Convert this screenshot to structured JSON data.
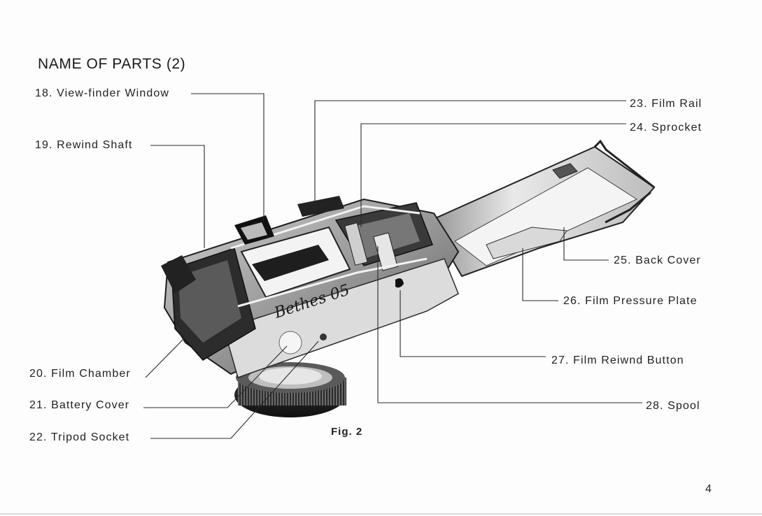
{
  "heading": "NAME OF PARTS (2)",
  "parts": [
    {
      "number": "18.",
      "name": "View-finder Window"
    },
    {
      "number": "19.",
      "name": "Rewind Shaft"
    },
    {
      "number": "20.",
      "name": "Film Chamber"
    },
    {
      "number": "21.",
      "name": "Battery Cover"
    },
    {
      "number": "22.",
      "name": "Tripod Socket"
    },
    {
      "number": "23.",
      "name": "Film Rail"
    },
    {
      "number": "24.",
      "name": "Sprocket"
    },
    {
      "number": "25.",
      "name": "Back Cover"
    },
    {
      "number": "26.",
      "name": "Film Pressure Plate"
    },
    {
      "number": "27.",
      "name": "Film Reiwnd Button"
    },
    {
      "number": "28.",
      "name": "Spool"
    }
  ],
  "figure": {
    "caption": "Fig. 2",
    "handwriting": "Bethes 05"
  },
  "page_number": "4"
}
